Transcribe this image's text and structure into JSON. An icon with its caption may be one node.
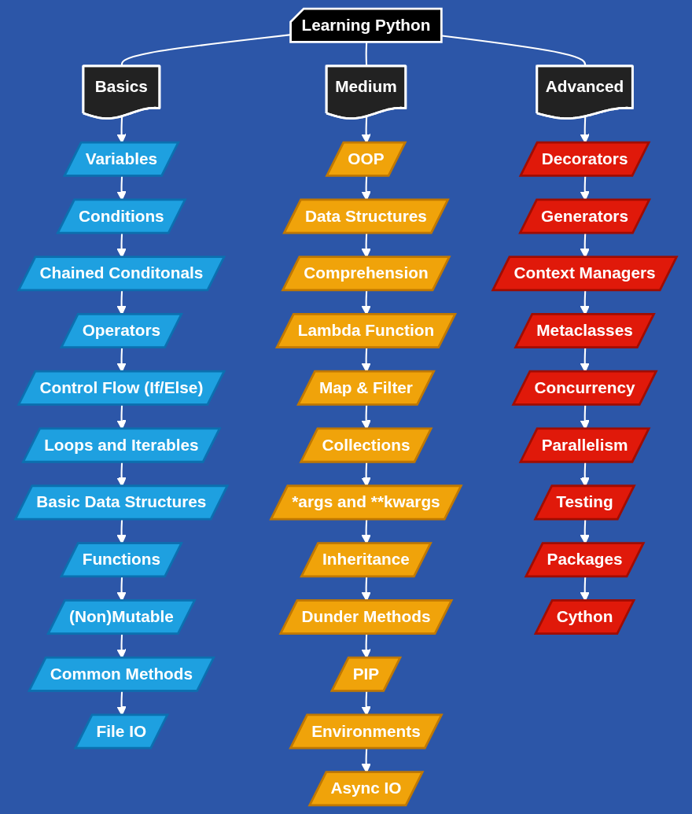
{
  "diagram": {
    "nodes": [
      {
        "text": [
          "Learning Python"
        ]
      },
      {
        "text": [
          "Basics"
        ]
      },
      {
        "text": [
          "Medium"
        ]
      },
      {
        "text": [
          "Advanced"
        ]
      },
      {
        "text": [
          "Variables"
        ]
      },
      {
        "text": [
          "Conditions"
        ]
      },
      {
        "text": [
          "Chained Conditonals"
        ]
      },
      {
        "text": [
          "Operators"
        ]
      },
      {
        "text": [
          "Control Flow (If/Else)"
        ]
      },
      {
        "text": [
          "Loops and Iterables"
        ]
      },
      {
        "text": [
          "Basic Data Structures"
        ]
      },
      {
        "text": [
          "Functions"
        ]
      },
      {
        "text": [
          "(Non)Mutable"
        ]
      },
      {
        "text": [
          "Common Methods"
        ]
      },
      {
        "text": [
          "File IO"
        ]
      },
      {
        "text": [
          "OOP"
        ]
      },
      {
        "text": [
          "Data Structures"
        ]
      },
      {
        "text": [
          "Comprehension"
        ]
      },
      {
        "text": [
          "Lambda Function"
        ]
      },
      {
        "text": [
          "Map & Filter"
        ]
      },
      {
        "text": [
          "Collections"
        ]
      },
      {
        "text": [
          "*args and **kwargs"
        ]
      },
      {
        "text": [
          "Inheritance"
        ]
      },
      {
        "text": [
          "Dunder Methods"
        ]
      },
      {
        "text": [
          "PIP"
        ]
      },
      {
        "text": [
          "Environments"
        ]
      },
      {
        "text": [
          "Async IO"
        ]
      },
      {
        "text": [
          "Decorators"
        ]
      },
      {
        "text": [
          "Generators"
        ]
      },
      {
        "text": [
          "Context Managers"
        ]
      },
      {
        "text": [
          "Metaclasses"
        ]
      },
      {
        "text": [
          "Concurrency"
        ]
      },
      {
        "text": [
          "Parallelism"
        ]
      },
      {
        "text": [
          "Testing"
        ]
      },
      {
        "text": [
          "Packages"
        ]
      },
      {
        "text": [
          "Cython"
        ]
      }
    ],
    "edges": [
      {
        "from": 0,
        "to": 1,
        "arrow": "none"
      },
      {
        "from": 0,
        "to": 2,
        "arrow": "none"
      },
      {
        "from": 0,
        "to": 3,
        "arrow": "none"
      },
      {
        "from": 1,
        "to": 4,
        "arrow": "to"
      },
      {
        "from": 4,
        "to": 5,
        "arrow": "to"
      },
      {
        "from": 5,
        "to": 6,
        "arrow": "to"
      },
      {
        "from": 6,
        "to": 7,
        "arrow": "to"
      },
      {
        "from": 7,
        "to": 8,
        "arrow": "to"
      },
      {
        "from": 8,
        "to": 9,
        "arrow": "to"
      },
      {
        "from": 9,
        "to": 10,
        "arrow": "to"
      },
      {
        "from": 10,
        "to": 11,
        "arrow": "to"
      },
      {
        "from": 11,
        "to": 12,
        "arrow": "to"
      },
      {
        "from": 12,
        "to": 13,
        "arrow": "to"
      },
      {
        "from": 13,
        "to": 14,
        "arrow": "to"
      },
      {
        "from": 2,
        "to": 15,
        "arrow": "to"
      },
      {
        "from": 15,
        "to": 16,
        "arrow": "to"
      },
      {
        "from": 16,
        "to": 17,
        "arrow": "to"
      },
      {
        "from": 17,
        "to": 18,
        "arrow": "to"
      },
      {
        "from": 18,
        "to": 19,
        "arrow": "to"
      },
      {
        "from": 19,
        "to": 20,
        "arrow": "to"
      },
      {
        "from": 20,
        "to": 21,
        "arrow": "to"
      },
      {
        "from": 21,
        "to": 22,
        "arrow": "to"
      },
      {
        "from": 22,
        "to": 23,
        "arrow": "to"
      },
      {
        "from": 23,
        "to": 24,
        "arrow": "to"
      },
      {
        "from": 24,
        "to": 25,
        "arrow": "to"
      },
      {
        "from": 25,
        "to": 26,
        "arrow": "to"
      },
      {
        "from": 3,
        "to": 27,
        "arrow": "to"
      },
      {
        "from": 27,
        "to": 28,
        "arrow": "to"
      },
      {
        "from": 28,
        "to": 29,
        "arrow": "to"
      },
      {
        "from": 29,
        "to": 30,
        "arrow": "to"
      },
      {
        "from": 30,
        "to": 31,
        "arrow": "to"
      },
      {
        "from": 31,
        "to": 32,
        "arrow": "to"
      },
      {
        "from": 32,
        "to": 33,
        "arrow": "to"
      },
      {
        "from": 33,
        "to": 34,
        "arrow": "to"
      },
      {
        "from": 34,
        "to": 35,
        "arrow": "to"
      }
    ]
  }
}
